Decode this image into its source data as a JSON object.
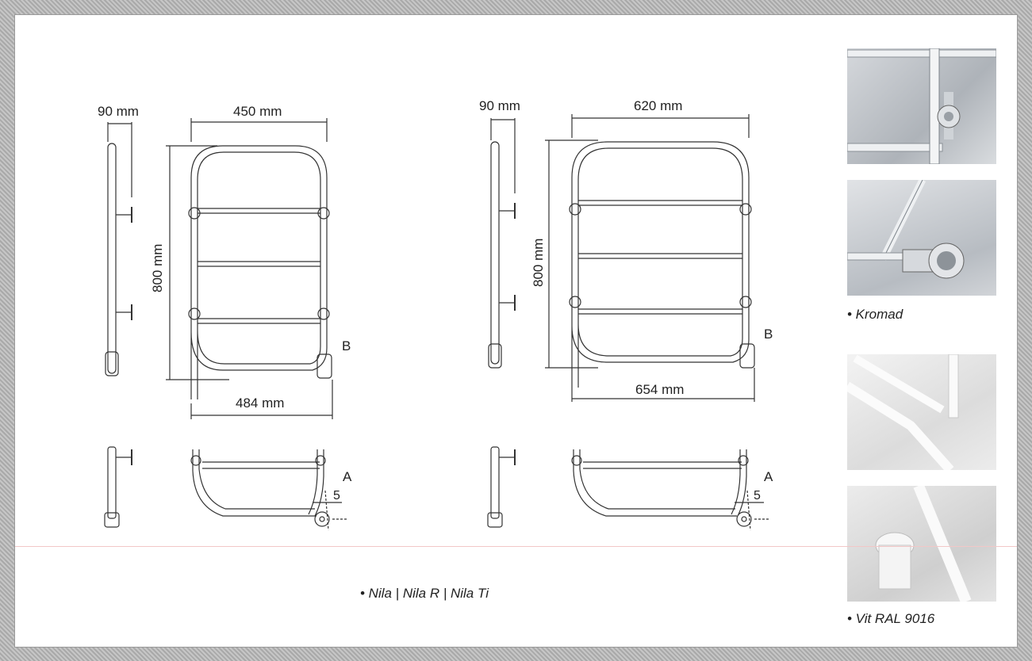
{
  "drawing_left": {
    "depth_label": "90 mm",
    "width_top_label": "450 mm",
    "height_label": "800 mm",
    "width_bottom_label": "484 mm",
    "callout_b": "B",
    "callout_a": "A",
    "dim_5": "5"
  },
  "drawing_right": {
    "depth_label": "90 mm",
    "width_top_label": "620 mm",
    "height_label": "800 mm",
    "width_bottom_label": "654 mm",
    "callout_b": "B",
    "callout_a": "A",
    "dim_5": "5"
  },
  "models_caption": "• Nila | Nila R | Nila Ti",
  "finish_chrome_caption": "• Kromad",
  "finish_white_caption": "• Vit RAL 9016",
  "colors": {
    "chrome_bg": "#c9ccd0",
    "white_bg": "#e6e6e6",
    "line": "#333333"
  }
}
